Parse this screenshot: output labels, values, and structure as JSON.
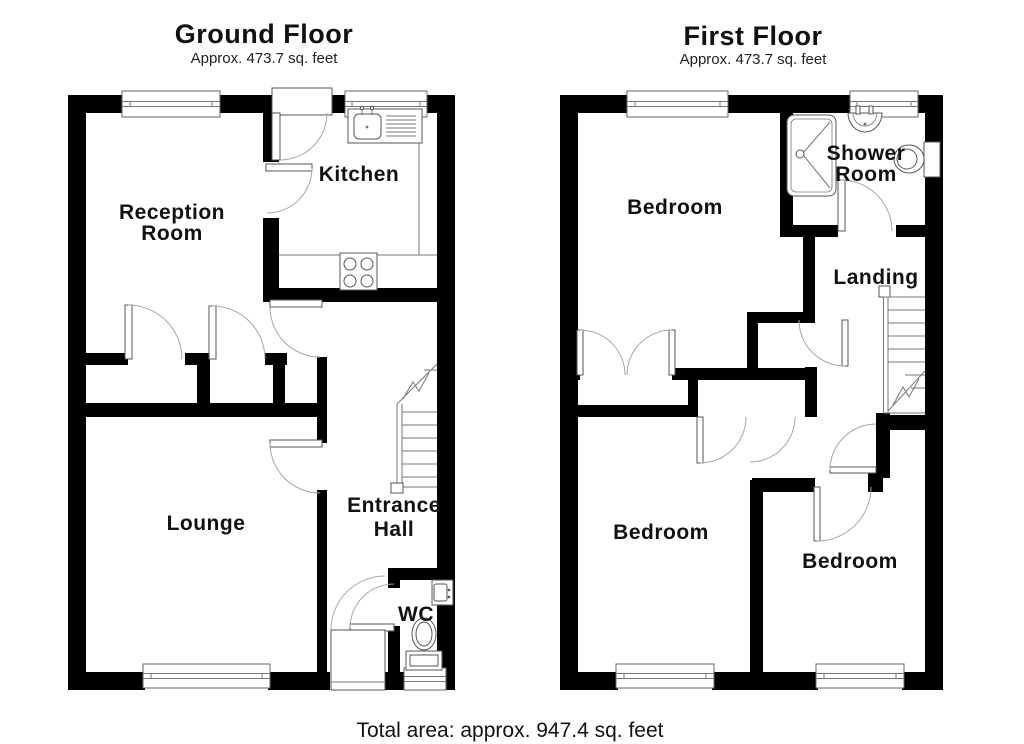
{
  "ground_floor": {
    "title": "Ground Floor",
    "subtitle": "Approx. 473.7 sq. feet",
    "rooms": {
      "reception_line1": "Reception",
      "reception_line2": "Room",
      "kitchen": "Kitchen",
      "lounge": "Lounge",
      "entrance_line1": "Entrance",
      "entrance_line2": "Hall",
      "wc": "WC"
    }
  },
  "first_floor": {
    "title": "First Floor",
    "subtitle": "Approx. 473.7 sq. feet",
    "rooms": {
      "bedroom_top": "Bedroom",
      "shower_line1": "Shower",
      "shower_line2": "Room",
      "landing": "Landing",
      "bedroom_left": "Bedroom",
      "bedroom_right": "Bedroom"
    }
  },
  "footer": {
    "total_area": "Total area: approx. 947.4 sq. feet"
  },
  "colors": {
    "wall": "#000000",
    "thin_line": "#777777",
    "arc_line": "#a6a6a6",
    "background": "#ffffff"
  }
}
